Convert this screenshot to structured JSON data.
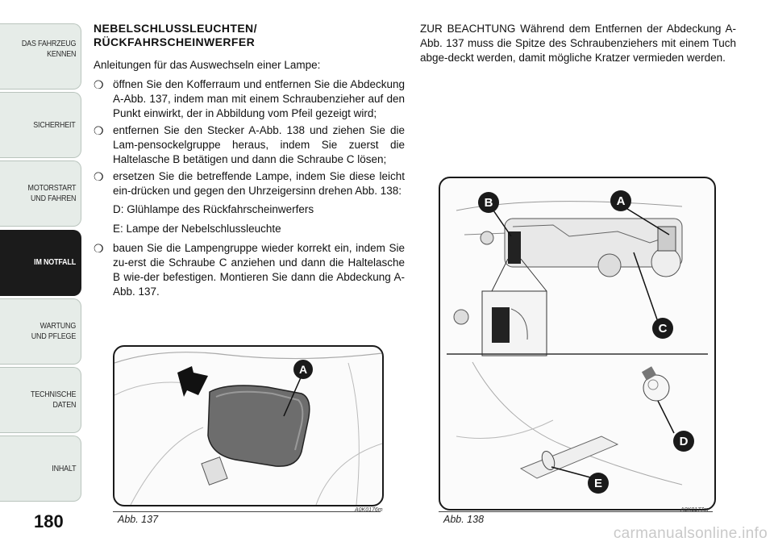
{
  "sidebar": {
    "tabs": [
      {
        "label": "DAS FAHRZEUG\nKENNEN"
      },
      {
        "label": "SICHERHEIT"
      },
      {
        "label": "MOTORSTART\nUND FAHREN"
      },
      {
        "label": "IM NOTFALL"
      },
      {
        "label": "WARTUNG\nUND PFLEGE"
      },
      {
        "label": "TECHNISCHE\nDATEN"
      },
      {
        "label": "INHALT"
      }
    ],
    "active_tab": "IM NOTFALL"
  },
  "page_number": "180",
  "section": {
    "heading": "NEBELSCHLUSSLEUCHTEN/\nRÜCKFAHRSCHEINWERFER",
    "intro": "Anleitungen für das Auswechseln einer Lampe:",
    "bullet_glyph": "❍",
    "items": [
      "öffnen Sie den Kofferraum und entfernen Sie die Abdeckung A-Abb. 137, indem man mit einem Schraubenzieher auf den Punkt einwirkt, der in Abbildung vom Pfeil gezeigt wird;",
      "entfernen Sie den Stecker A-Abb. 138 und ziehen Sie die Lam-pensockelgruppe heraus, indem Sie zuerst die Haltelasche B betätigen und dann die Schraube C lösen;",
      "ersetzen Sie die betreffende Lampe, indem Sie diese leicht ein-drücken und gegen den Uhrzeigersinn drehen Abb. 138:"
    ],
    "sublines": [
      "D: Glühlampe des Rückfahrscheinwerfers",
      "E: Lampe der Nebelschlussleuchte"
    ],
    "last_item": "bauen Sie die Lampengruppe wieder korrekt ein, indem Sie zu-erst die Schraube C anziehen und dann die Haltelasche B wie-der befestigen. Montieren Sie dann die Abdeckung A-Abb. 137."
  },
  "note": "ZUR BEACHTUNG Während dem Entfernen der Abdeckung A-Abb. 137 muss die Spitze des Schraubenziehers mit einem Tuch abge-deckt werden, damit mögliche Kratzer vermieden werden.",
  "figures": {
    "fig137": {
      "caption": "Abb. 137",
      "code": "A0K0176m",
      "labels": [
        "A"
      ]
    },
    "fig138": {
      "caption": "Abb. 138",
      "code": "A0K0177m",
      "labels": [
        "B",
        "A",
        "C",
        "D",
        "E"
      ]
    }
  },
  "watermark": "carmanualsonline.info",
  "colors": {
    "sidebar_bg": "#e6ece8",
    "active_tab_bg": "#1b1b1b",
    "callout": "#1a1a1a"
  }
}
